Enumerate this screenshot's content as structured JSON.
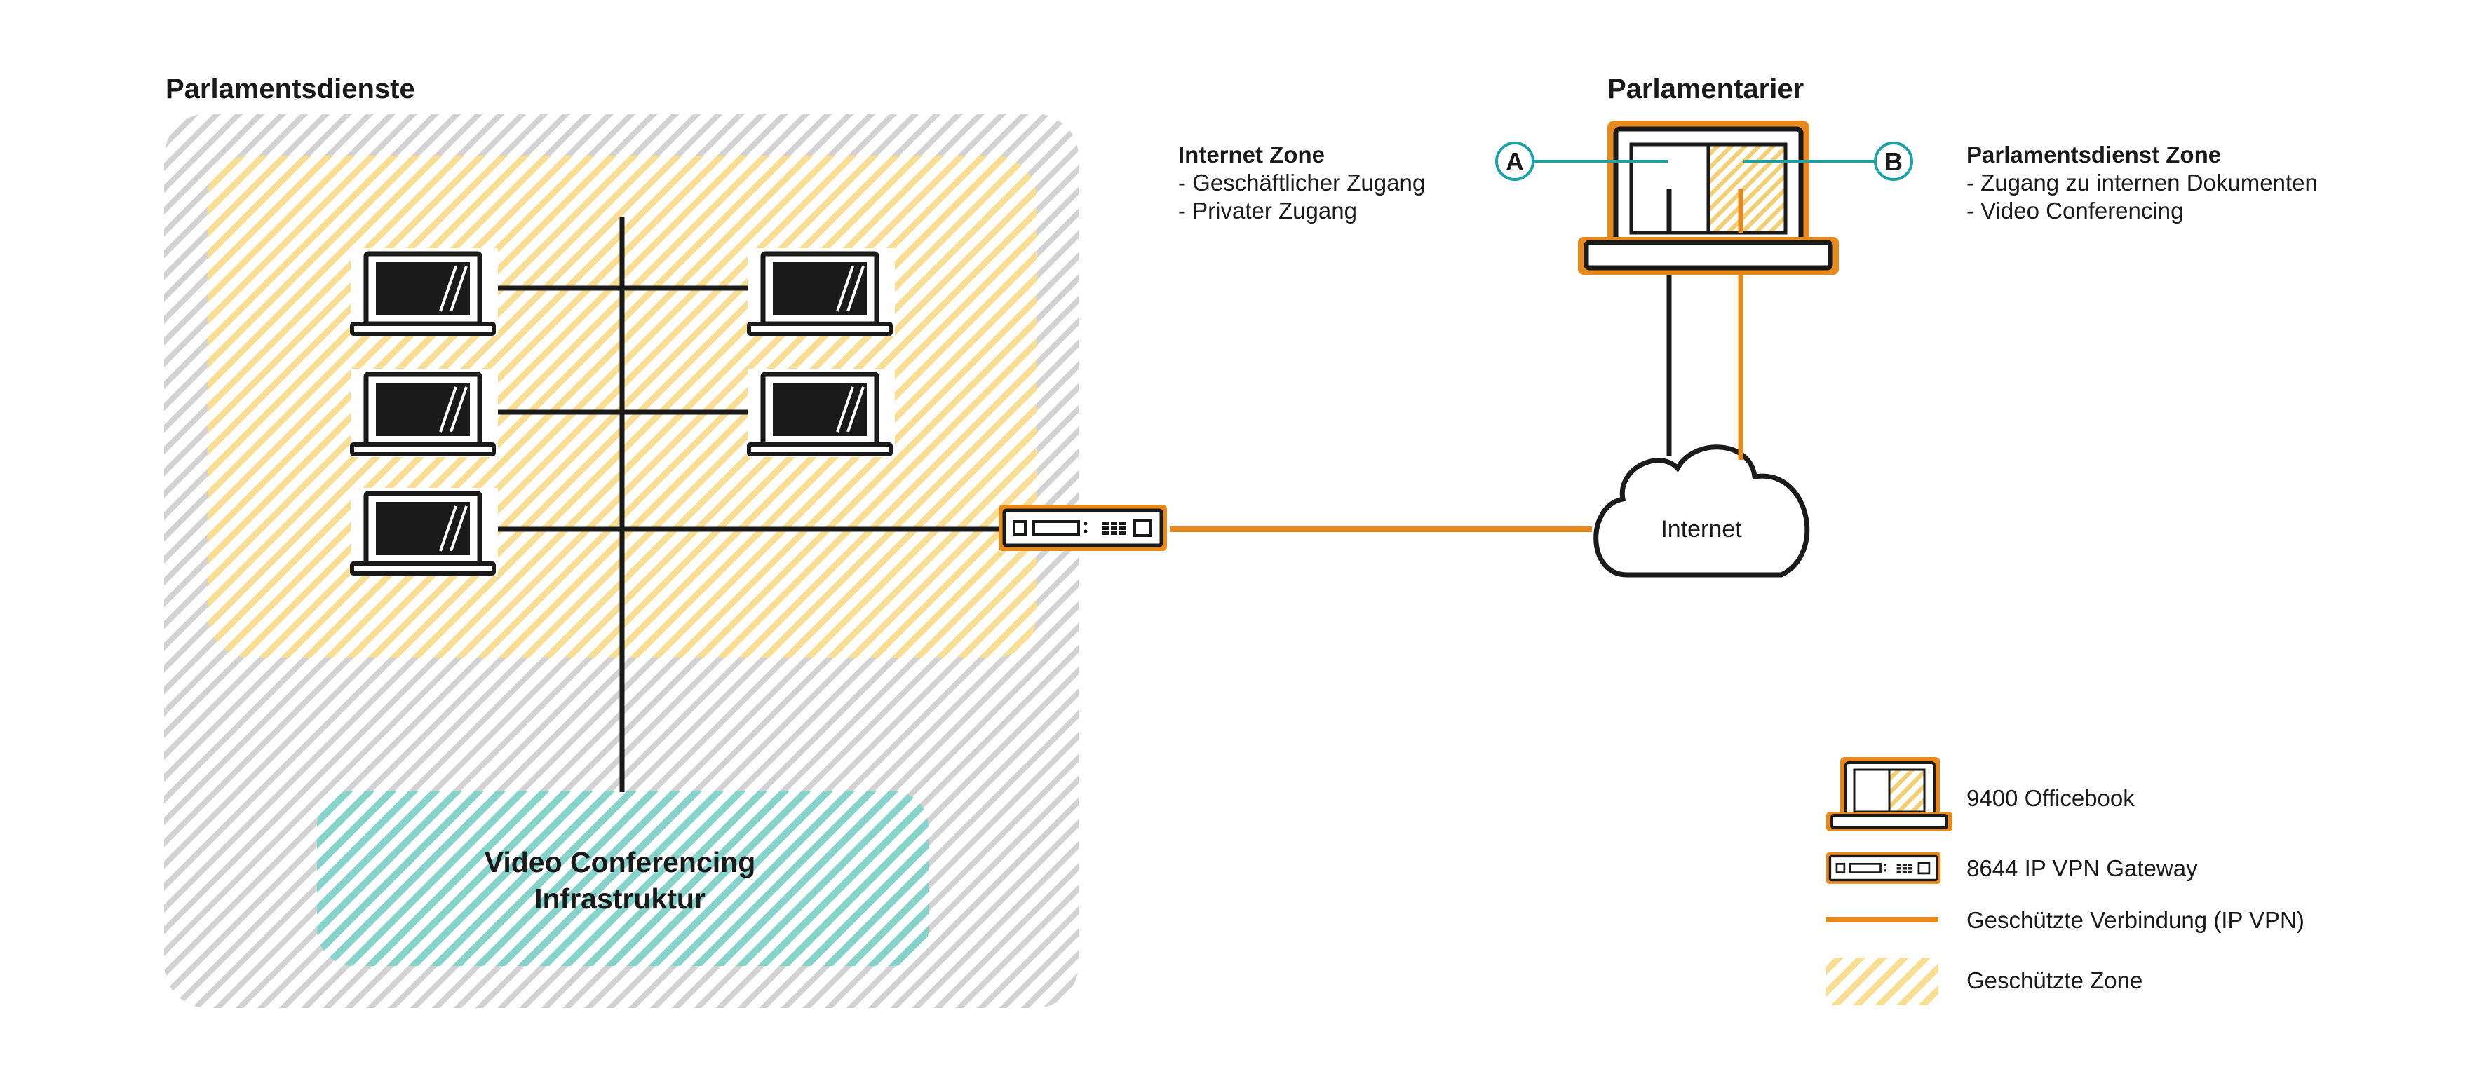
{
  "sections": {
    "left_title": "Parlamentsdienste",
    "right_title": "Parlamentarier"
  },
  "internet_zone": {
    "title": "Internet Zone",
    "lines": [
      "- Geschäftlicher Zugang",
      "- Privater Zugang"
    ]
  },
  "parlamentsdienst_zone": {
    "title": "Parlamentsdienst Zone",
    "lines": [
      "- Zugang zu internen Dokumenten",
      "- Video Conferencing"
    ]
  },
  "markers": {
    "a": "A",
    "b": "B"
  },
  "cloud_label": "Internet",
  "video_conf": {
    "line1": "Video Conferencing",
    "line2": "Infrastruktur"
  },
  "legend": {
    "officebook": "9400 Officebook",
    "gateway": "8644 IP VPN Gateway",
    "vpn": "Geschützte Verbindung (IP VPN)",
    "zone": "Geschützte Zone"
  },
  "colors": {
    "orange": "#e8891c",
    "teal": "#1aa3a6",
    "grey_hatch": "#cfcfcf",
    "yellow_hatch": "#f6dd8f",
    "teal_hatch": "#7fd0c8",
    "line": "#1a1a1a"
  }
}
